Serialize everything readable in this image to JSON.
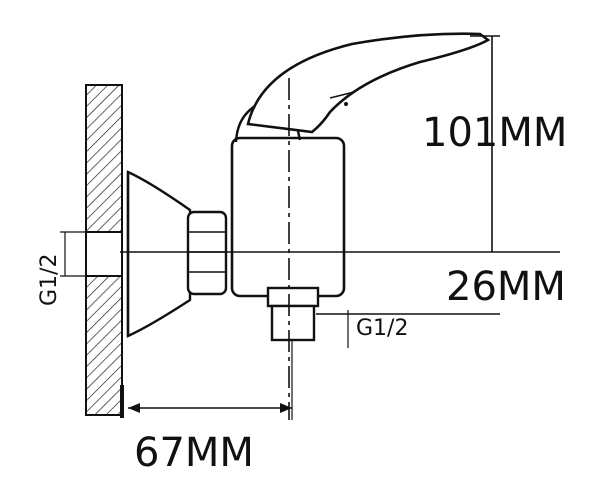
{
  "labels": {
    "height": "101MM",
    "outlet_offset": "26MM",
    "outlet_thread": "G1/2",
    "inlet_thread": "G1/2",
    "depth": "67MM"
  }
}
